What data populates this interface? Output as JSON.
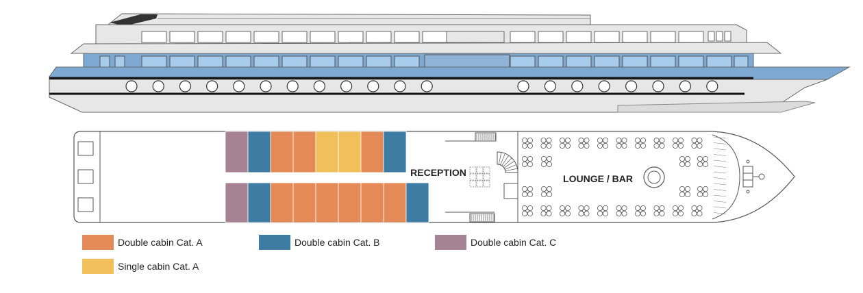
{
  "colors": {
    "double_a": "#e48a56",
    "double_b": "#3f7ca3",
    "double_c": "#a68293",
    "single_a": "#f2c05b",
    "hull_blue": "#7ea9d2",
    "window_blue": "#a8ccec",
    "hull_grey": "#e7e7e8",
    "outline": "#555555"
  },
  "deck_plan": {
    "reception_label": "RECEPTION",
    "lounge_label": "LOUNGE / BAR"
  },
  "legend": [
    {
      "key": "double_a",
      "label": "Double cabin Cat. A"
    },
    {
      "key": "double_b",
      "label": "Double cabin Cat. B"
    },
    {
      "key": "double_c",
      "label": "Double cabin Cat. C"
    },
    {
      "key": "single_a",
      "label": "Single cabin Cat. A"
    }
  ],
  "cabins": {
    "top_row": [
      "double_c",
      "double_b",
      "double_a",
      "double_a",
      "single_a",
      "single_a",
      "double_a",
      "double_b"
    ],
    "bottom_row": [
      "double_c",
      "double_b",
      "double_a",
      "double_a",
      "double_a",
      "double_a",
      "double_a",
      "double_a",
      "double_b"
    ]
  }
}
